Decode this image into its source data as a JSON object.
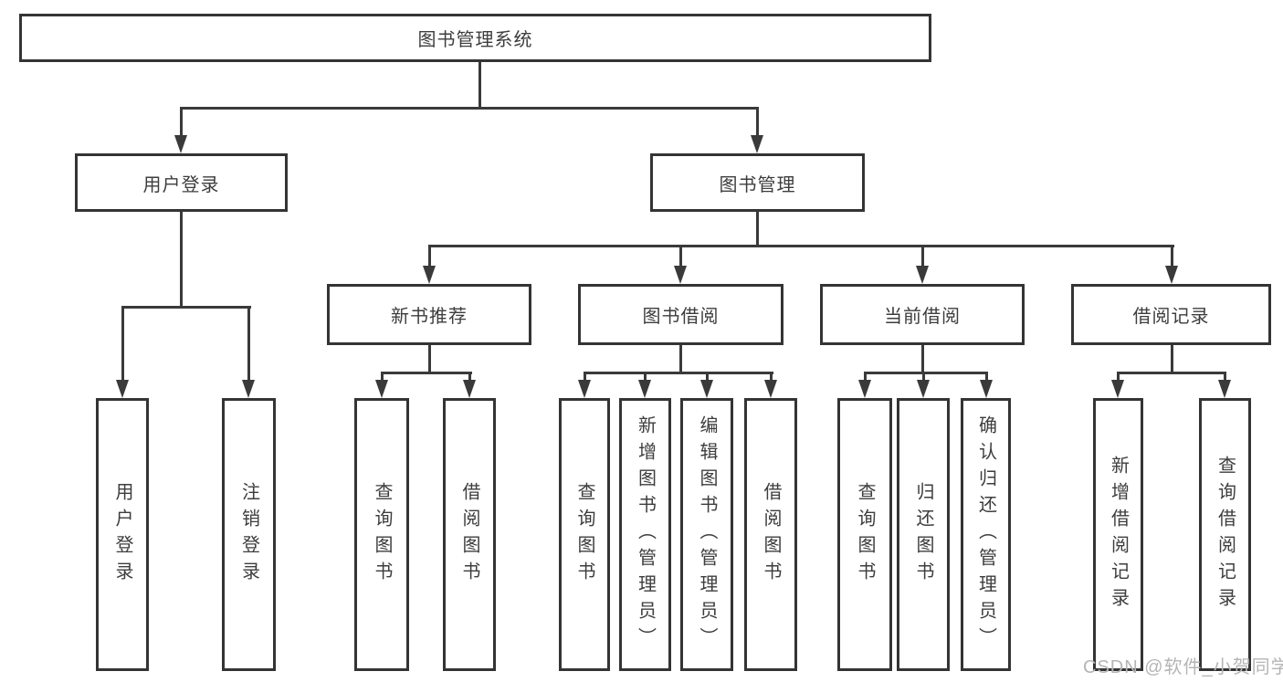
{
  "diagram": {
    "title": "图书管理系统",
    "root": {
      "label": "图书管理系统"
    },
    "level2": [
      {
        "id": "user-login",
        "label": "用户登录"
      },
      {
        "id": "book-management",
        "label": "图书管理"
      }
    ],
    "level3": [
      {
        "id": "new-book-recommend",
        "label": "新书推荐"
      },
      {
        "id": "book-borrow",
        "label": "图书借阅"
      },
      {
        "id": "current-borrow",
        "label": "当前借阅"
      },
      {
        "id": "borrow-records",
        "label": "借阅记录"
      }
    ],
    "leaves": [
      {
        "parent": "user-login",
        "label": "用户登录"
      },
      {
        "parent": "user-login",
        "label": "注销登录"
      },
      {
        "parent": "new-book-recommend",
        "label": "查询图书"
      },
      {
        "parent": "new-book-recommend",
        "label": "借阅图书"
      },
      {
        "parent": "book-borrow",
        "label": "查询图书"
      },
      {
        "parent": "book-borrow",
        "label": "新增图书（管理员）"
      },
      {
        "parent": "book-borrow",
        "label": "编辑图书（管理员）"
      },
      {
        "parent": "book-borrow",
        "label": "借阅图书"
      },
      {
        "parent": "current-borrow",
        "label": "查询图书"
      },
      {
        "parent": "current-borrow",
        "label": "归还图书"
      },
      {
        "parent": "current-borrow",
        "label": "确认归还（管理员）"
      },
      {
        "parent": "borrow-records",
        "label": "新增借阅记录"
      },
      {
        "parent": "borrow-records",
        "label": "查询借阅记录"
      }
    ],
    "colors": {
      "line": "#3a3a3a",
      "border": "#343434",
      "text": "#3d3d3d",
      "background": "#ffffff",
      "watermark": "#b5b5b5"
    },
    "watermark": "CSDN @软件_小贺同学"
  }
}
